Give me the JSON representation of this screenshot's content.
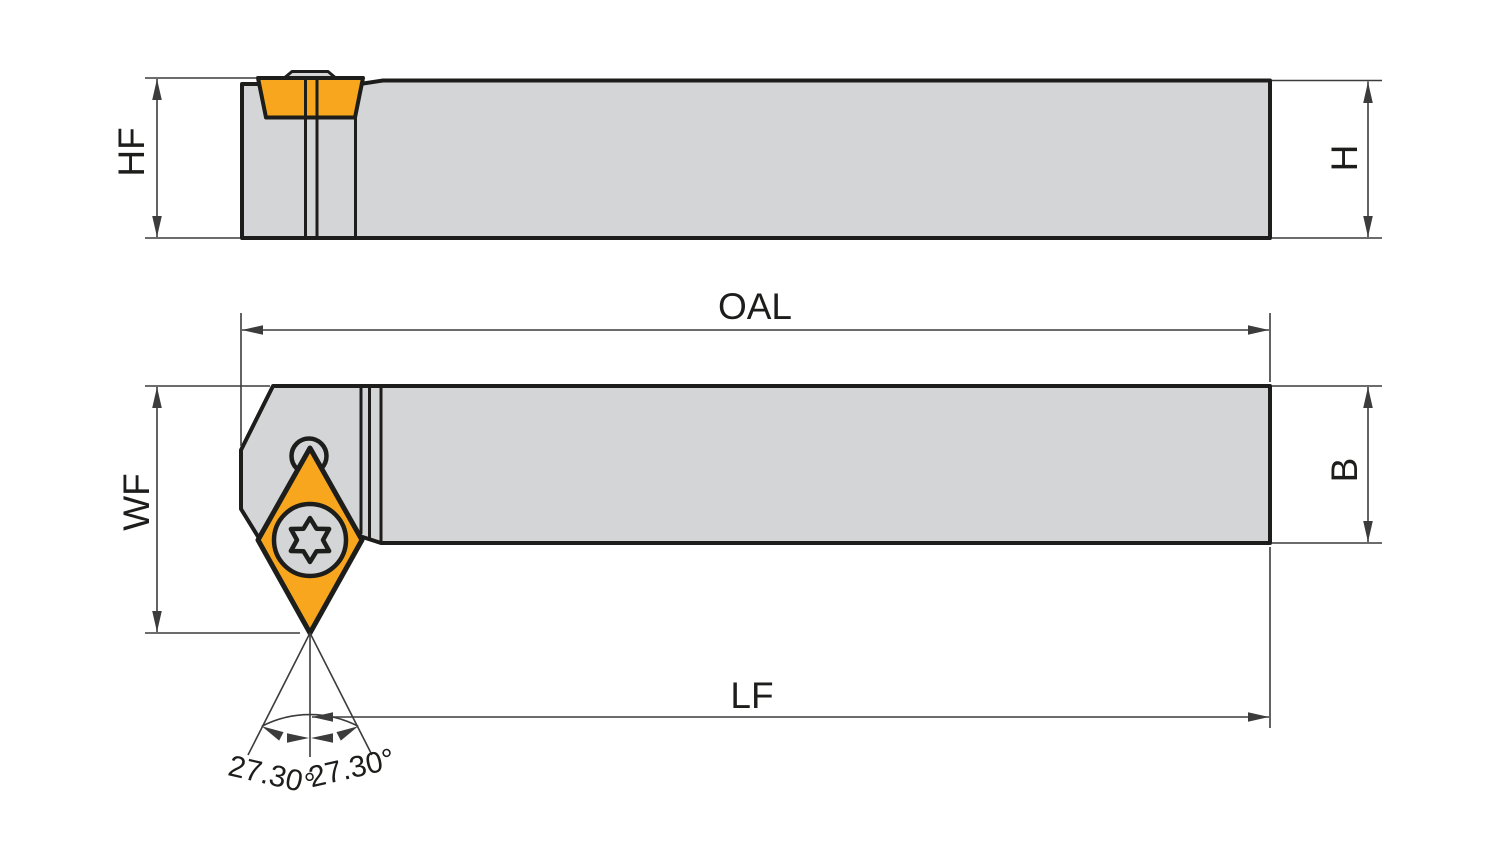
{
  "labels": {
    "hf": "HF",
    "h": "H",
    "oal": "OAL",
    "wf": "WF",
    "b": "B",
    "lf": "LF",
    "angle_left": "27.30°",
    "angle_right": "27.30°"
  },
  "colors": {
    "body-fill": "#d3d5d6",
    "insert-fill": "#f7a61e",
    "outline": "#1d1d1b",
    "dim-line": "#3c3c3c",
    "text": "#1d1d1b",
    "background": "#ffffff"
  }
}
